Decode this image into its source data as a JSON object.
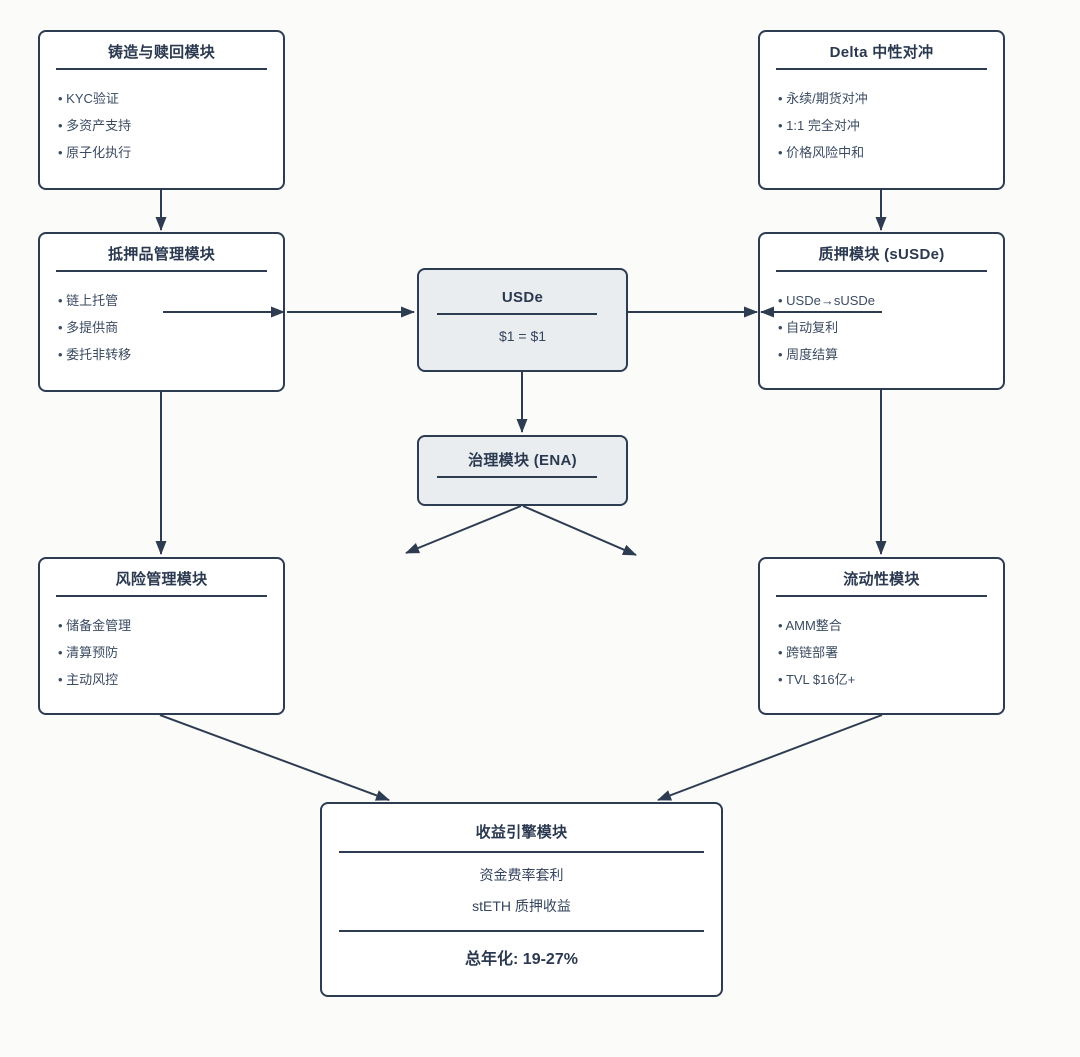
{
  "page": {
    "background_color": "#fbfbfa",
    "accent_color": "#2e3c52",
    "shaded_fill_color": "#e9edf0",
    "node_fill_color": "#ffffff"
  },
  "nodes": {
    "mint": {
      "title": "铸造与赎回模块",
      "items": [
        "KYC验证",
        "多资产支持",
        "原子化执行"
      ]
    },
    "delta": {
      "title": "Delta 中性对冲",
      "items": [
        "永续/期货对冲",
        "1:1 完全对冲",
        "价格风险中和"
      ]
    },
    "collateral": {
      "title": "抵押品管理模块",
      "items": [
        "链上托管",
        "多提供商",
        "委托非转移"
      ]
    },
    "staking": {
      "title": "质押模块 (sUSDe)",
      "items": [
        "USDe→sUSDe",
        "自动复利",
        "周度结算"
      ]
    },
    "usde": {
      "title": "USDe",
      "subtitle": "$1 = $1"
    },
    "governance": {
      "title": "治理模块 (ENA)"
    },
    "risk": {
      "title": "风险管理模块",
      "items": [
        "储备金管理",
        "清算预防",
        "主动风控"
      ]
    },
    "liquidity": {
      "title": "流动性模块",
      "items": [
        "AMM整合",
        "跨链部署",
        "TVL $16亿+"
      ]
    },
    "yield": {
      "title": "收益引擎模块",
      "lines": [
        "资金费率套利",
        "stETH 质押收益"
      ],
      "highlight": "总年化: 19-27%"
    }
  }
}
